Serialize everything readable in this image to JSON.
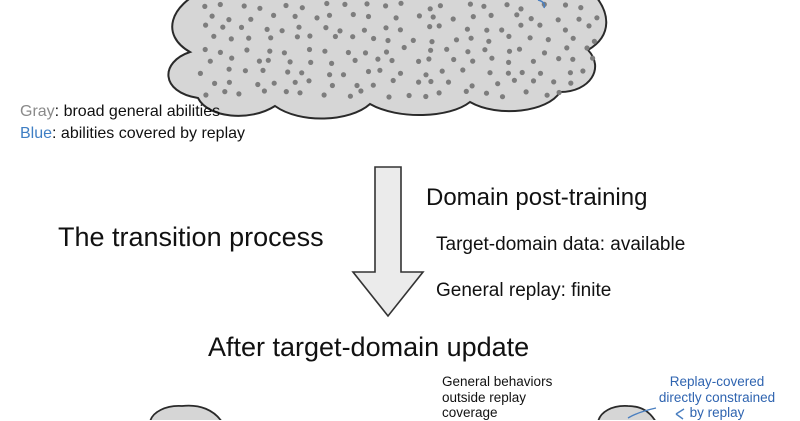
{
  "legend": {
    "gray_word": "Gray",
    "gray_text": ": broad general abilities",
    "blue_word": "Blue",
    "blue_text": ": abilities covered by replay"
  },
  "transition": {
    "label": "The transition process",
    "heading": "Domain post-training",
    "target_data": "Target-domain data: available",
    "general_replay": "General replay: finite"
  },
  "after": {
    "heading": "After target-domain update",
    "left_note": [
      "General behaviors",
      "outside replay",
      "coverage"
    ],
    "right_note": [
      "Replay-covered",
      "directly constrained",
      "by replay"
    ]
  },
  "colors": {
    "cloud_fill": "#d6d6d6",
    "cloud_stroke": "#2a2a2a",
    "dot_gray": "#7d7d7d",
    "dot_blue": "#4a7fc0",
    "arrow_fill": "#ebebeb",
    "blue_text": "#3f7fc4"
  },
  "icons": {
    "cloud": "cloud-shape",
    "arrow": "down-arrow-icon",
    "pointer": "curved-arrow-icon"
  }
}
